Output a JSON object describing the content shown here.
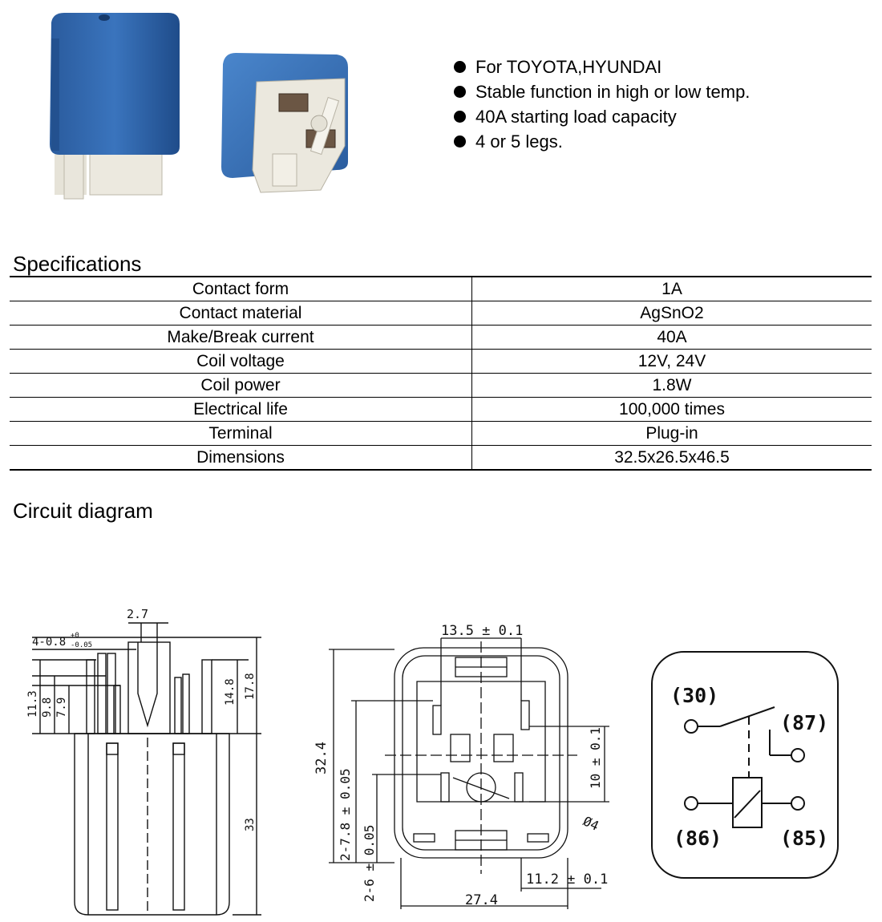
{
  "features": [
    "For TOYOTA,HYUNDAI",
    "Stable function in high or low temp.",
    "40A starting load capacity",
    "4 or 5 legs."
  ],
  "specifications": {
    "title": "Specifications",
    "rows": [
      {
        "label": "Contact form",
        "value": "1A"
      },
      {
        "label": "Contact material",
        "value": "AgSnO2"
      },
      {
        "label": "Make/Break current",
        "value": "40A"
      },
      {
        "label": "Coil voltage",
        "value": "12V, 24V"
      },
      {
        "label": "Coil power",
        "value": "1.8W"
      },
      {
        "label": "Electrical life",
        "value": "100,000 times"
      },
      {
        "label": "Terminal",
        "value": "Plug-in"
      },
      {
        "label": "Dimensions",
        "value": "32.5x26.5x46.5"
      }
    ]
  },
  "circuit": {
    "title": "Circuit diagram",
    "pins": {
      "p30": "(30)",
      "p87": "(87)",
      "p86": "(86)",
      "p85": "(85)"
    }
  },
  "side_view": {
    "dim_top": "2.7",
    "dim_pin": "4-0.8",
    "dim_pin_tol_upper": "+0",
    "dim_pin_tol_lower": "-0.05",
    "dim_11_3": "11.3",
    "dim_9_8": "9.8",
    "dim_7_9": "7.9",
    "dim_14_8": "14.8",
    "dim_17_8": "17.8",
    "dim_33": "33"
  },
  "bottom_view": {
    "dim_13_5": "13.5 ± 0.1",
    "dim_32_4": "32.4",
    "dim_2_7_8": "2-7.8 ± 0.05",
    "dim_2_6": "2-6 ± 0.05",
    "dim_10": "10 ± 0.1",
    "dim_phi4": "Ø4",
    "dim_11_2": "11.2 ± 0.1",
    "dim_27_4": "27.4"
  },
  "colors": {
    "relay_blue": "#2f64a8",
    "relay_blue_dark": "#1e4a86",
    "terminal_white": "#e9e6dc"
  }
}
